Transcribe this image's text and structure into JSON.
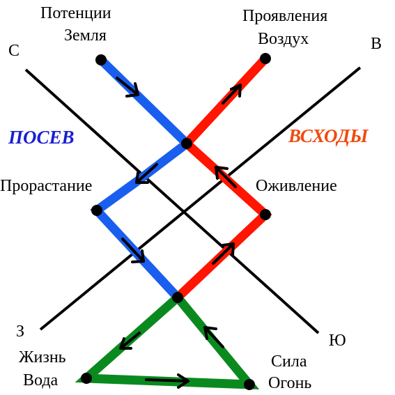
{
  "compass": {
    "north_west": "С",
    "north_east": "В",
    "south_west": "З",
    "south_east": "Ю"
  },
  "headings": {
    "left": "ПОСЕВ",
    "right": "ВСХОДЫ"
  },
  "nodes": {
    "top_left_line1": "Потенции",
    "top_left_line2": "Земля",
    "top_right_line1": "Проявления",
    "top_right_line2": "Воздух",
    "middle_left": "Прорастание",
    "middle_right": "Оживление",
    "bottom_left_line1": "Жизнь",
    "bottom_left_line2": "Вода",
    "bottom_right_line1": "Сила",
    "bottom_right_line2": "Огонь"
  },
  "colors": {
    "blue": "#1a5ef0",
    "red": "#ff1500",
    "green": "#0a8a1e",
    "black": "#000000",
    "heading_left": "#1a1fd0",
    "heading_right": "#f04a10"
  }
}
